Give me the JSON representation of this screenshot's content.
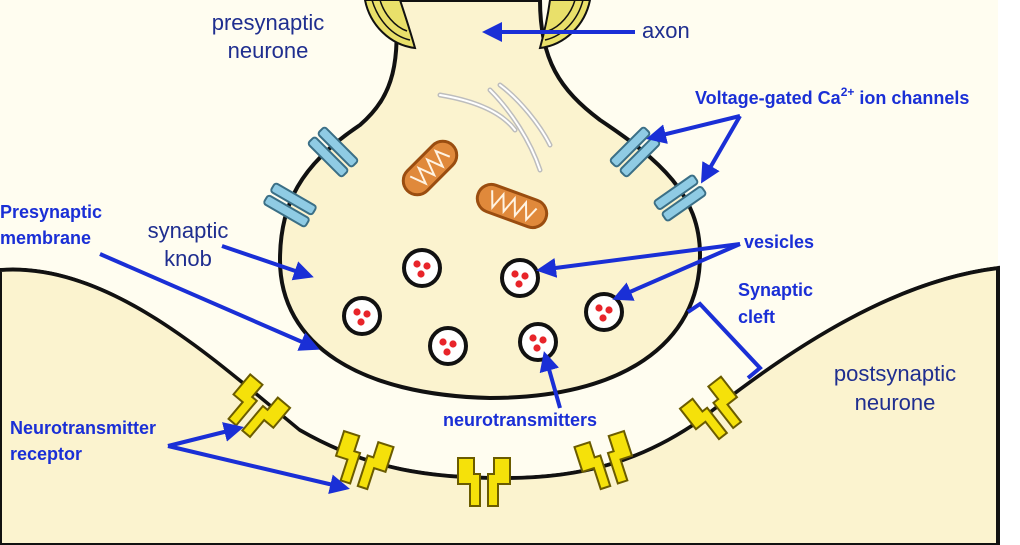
{
  "diagram": {
    "labels": {
      "presynaptic_neurone": [
        "presynaptic",
        "neurone"
      ],
      "axon": "axon",
      "ca_channels": {
        "prefix": "Voltage-gated Ca",
        "superscript": "2+",
        "suffix": " ion channels"
      },
      "presynaptic_membrane": [
        "Presynaptic",
        "membrane"
      ],
      "synaptic_knob": [
        "synaptic",
        "knob"
      ],
      "vesicles": "vesicles",
      "synaptic_cleft": [
        "Synaptic",
        "cleft"
      ],
      "postsynaptic_neurone": [
        "postsynaptic",
        "neurone"
      ],
      "neurotransmitter_receptor": [
        "Neurotransmitter",
        "receptor"
      ],
      "neurotransmitters": "neurotransmitters"
    },
    "colors": {
      "cell_fill": "#fbf3cf",
      "cleft_fill": "#fffdf0",
      "outline": "#111111",
      "label_blue": "#1a2fd6",
      "label_navy": "#1f2e8f",
      "mitochondrion": "#e0893b",
      "channel": "#8fcbe4",
      "receptor": "#f5e10a",
      "neurotransmitter": "#e8242a"
    }
  }
}
